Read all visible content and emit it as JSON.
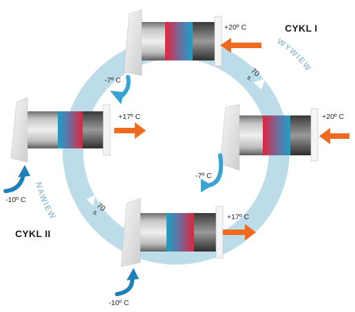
{
  "cycles": {
    "cycle_1": "CYKL I",
    "cycle_2": "CYKL II"
  },
  "ring": {
    "exhaust_label": "WYWIEW",
    "supply_label": "NAWIEW",
    "duration_value": "70",
    "duration_unit": "s."
  },
  "units": {
    "top": {
      "outside_temp": "+20º C",
      "inner_temp": "-7º C"
    },
    "right": {
      "outside_temp": "+20º C",
      "inner_temp": "-7º C"
    },
    "left": {
      "outside_temp": "+17º C",
      "inner_temp": "-10º C"
    },
    "bottom": {
      "outside_temp": "+17º C",
      "inner_temp": "-10º C"
    }
  },
  "colors": {
    "ring": "#bcdcea",
    "ring_text": "#9ec3d6",
    "arrow_warm": "#ee6a1f",
    "arrow_cold": "#3aa3d4",
    "heat_cold": "#1aa0c4",
    "heat_warm": "#e2243c"
  }
}
